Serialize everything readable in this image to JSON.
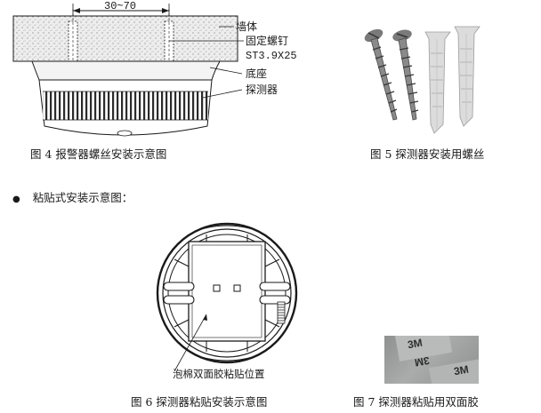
{
  "fig4": {
    "dimension": "30~70",
    "labels": {
      "wall": "墙体",
      "screw": "固定螺钉",
      "screw_spec": "ST3.9X25",
      "base": "底座",
      "detector": "探测器"
    },
    "caption": "图 4   报警器螺丝安装示意图"
  },
  "fig5": {
    "caption": "图 5 探测器安装用螺丝"
  },
  "section": {
    "bullet": "●",
    "heading": "粘贴式安装示意图："
  },
  "fig6": {
    "label": "泡棉双面胶粘贴位置",
    "caption": "图 6 探测器粘贴安装示意图"
  },
  "fig7": {
    "tape_text": "3M",
    "caption": "图 7 探测器粘贴用双面胶"
  },
  "colors": {
    "ink": "#1a1a1a",
    "wall_fill": "#e9e9e9",
    "tape_grey": "#9a9d9c",
    "plug_white": "#dcdcdc",
    "screw_grey": "#6c6c6c"
  }
}
